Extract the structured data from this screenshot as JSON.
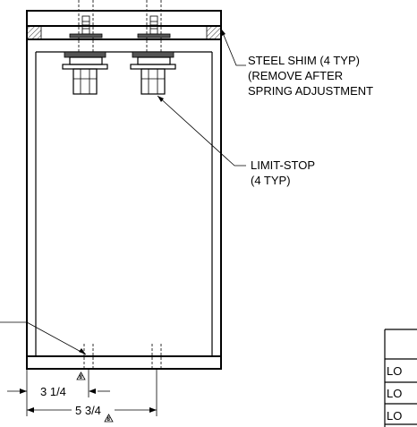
{
  "callouts": {
    "steel_shim": [
      "STEEL SHIM (4 TYP)",
      "(REMOVE AFTER",
      "SPRING ADJUSTMENT"
    ],
    "limit_stop": [
      "LIMIT-STOP",
      "(4 TYP)"
    ]
  },
  "dimensions": {
    "inner": "3 1/4",
    "outer": "5 3/4"
  },
  "revision_marker": "8",
  "table": {
    "row_labels": [
      "LO",
      "LO",
      "LO"
    ]
  }
}
